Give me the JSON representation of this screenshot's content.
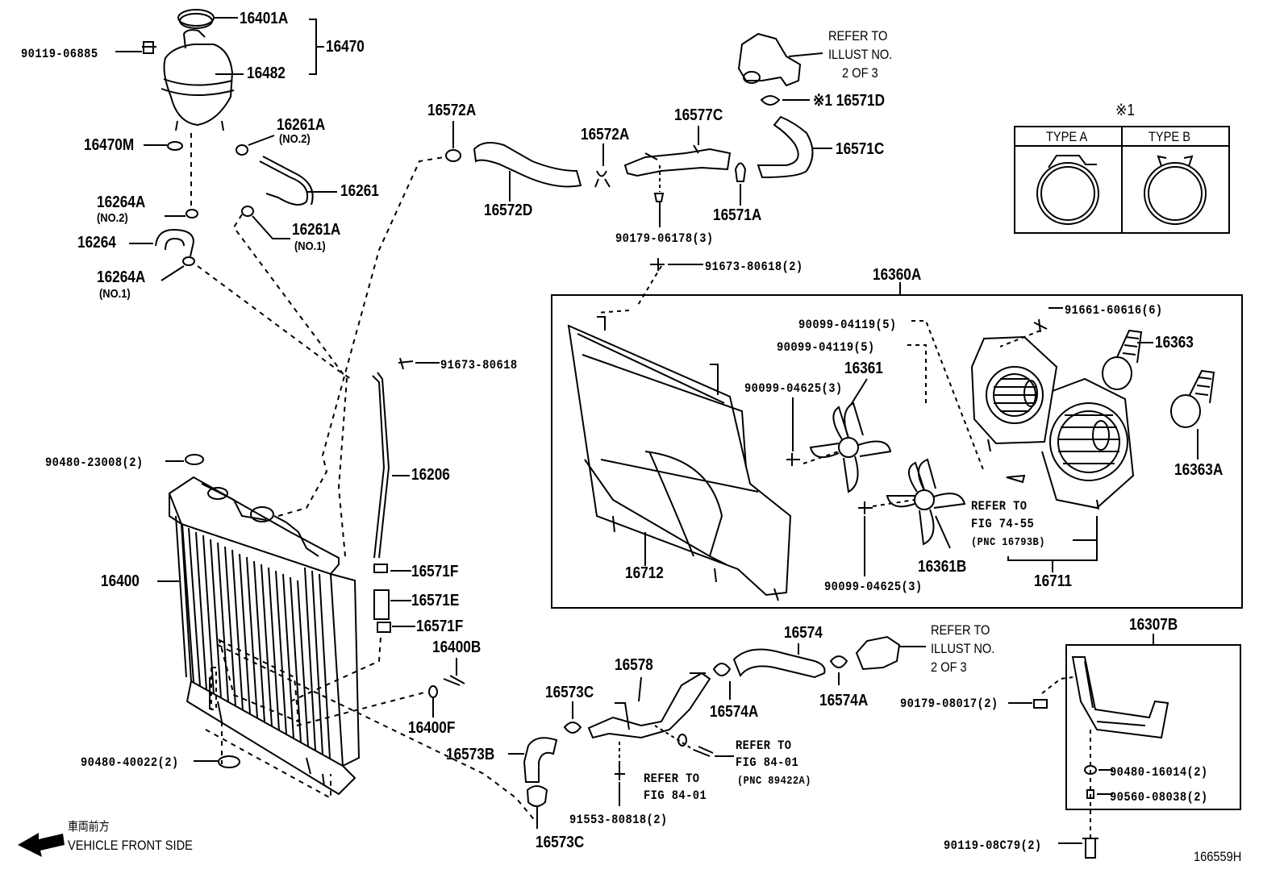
{
  "diagram_code": "166559H",
  "front_side": {
    "jp": "車両前方",
    "en": "VEHICLE FRONT SIDE"
  },
  "type_box": {
    "mark": "※1",
    "type_a": "TYPE A",
    "type_b": "TYPE B"
  },
  "refer_notes": {
    "illust_top": [
      "REFER TO",
      "ILLUST NO.",
      "2 OF 3"
    ],
    "illust_bottom": [
      "REFER TO",
      "ILLUST NO.",
      "2 OF 3"
    ],
    "fig_74_55": [
      "REFER TO",
      "FIG 74-55",
      "(PNC 16793B)"
    ],
    "fig_84_01_a": [
      "REFER TO",
      "FIG 84-01"
    ],
    "fig_84_01_b": [
      "REFER TO",
      "FIG 84-01",
      "(PNC 89422A)"
    ]
  },
  "part_labels": {
    "p16401A": "16401A",
    "p16470": "16470",
    "p90119_06885": "90119-06885",
    "p16482": "16482",
    "p16470M": "16470M",
    "p16261A_top": "16261A",
    "no2_top": "(NO.2)",
    "p16261": "16261",
    "p16264A_top": "16264A",
    "no2_left": "(NO.2)",
    "p16264": "16264",
    "p16261A_bot": "16261A",
    "no1_right": "(NO.1)",
    "p16264A_bot": "16264A",
    "no1_left": "(NO.1)",
    "p16572A_a": "16572A",
    "p16572A_b": "16572A",
    "p16572D": "16572D",
    "p16577C": "16577C",
    "p16571A": "16571A",
    "p90179_06178": "90179-06178(3)",
    "p16571D": "※1 16571D",
    "p16571C": "16571C",
    "p91673_80618_2": "91673-80618(2)",
    "p16360A": "16360A",
    "p91673_80618": "91673-80618",
    "p16206": "16206",
    "p90480_23008": "90480-23008(2)",
    "p16400": "16400",
    "p16571F_a": "16571F",
    "p16571E": "16571E",
    "p16571F_b": "16571F",
    "p16400B": "16400B",
    "p16400F": "16400F",
    "p90480_40022": "90480-40022(2)",
    "p90099_04119_a": "90099-04119(5)",
    "p90099_04119_b": "90099-04119(5)",
    "p91661_60616": "91661-60616(6)",
    "p16363": "16363",
    "p16361": "16361",
    "p90099_04625_a": "90099-04625(3)",
    "p16363A": "16363A",
    "p16712": "16712",
    "p16361B": "16361B",
    "p90099_04625_b": "90099-04625(3)",
    "p16711": "16711",
    "p16574": "16574",
    "p16578": "16578",
    "p16573C_a": "16573C",
    "p16574A_a": "16574A",
    "p16574A_b": "16574A",
    "p16307B": "16307B",
    "p90179_08017": "90179-08017(2)",
    "p16573B": "16573B",
    "p91553_80818": "91553-80818(2)",
    "p16573C_b": "16573C",
    "p90480_16014": "90480-16014(2)",
    "p90560_08038": "90560-08038(2)",
    "p90119_08C79": "90119-08C79(2)"
  }
}
